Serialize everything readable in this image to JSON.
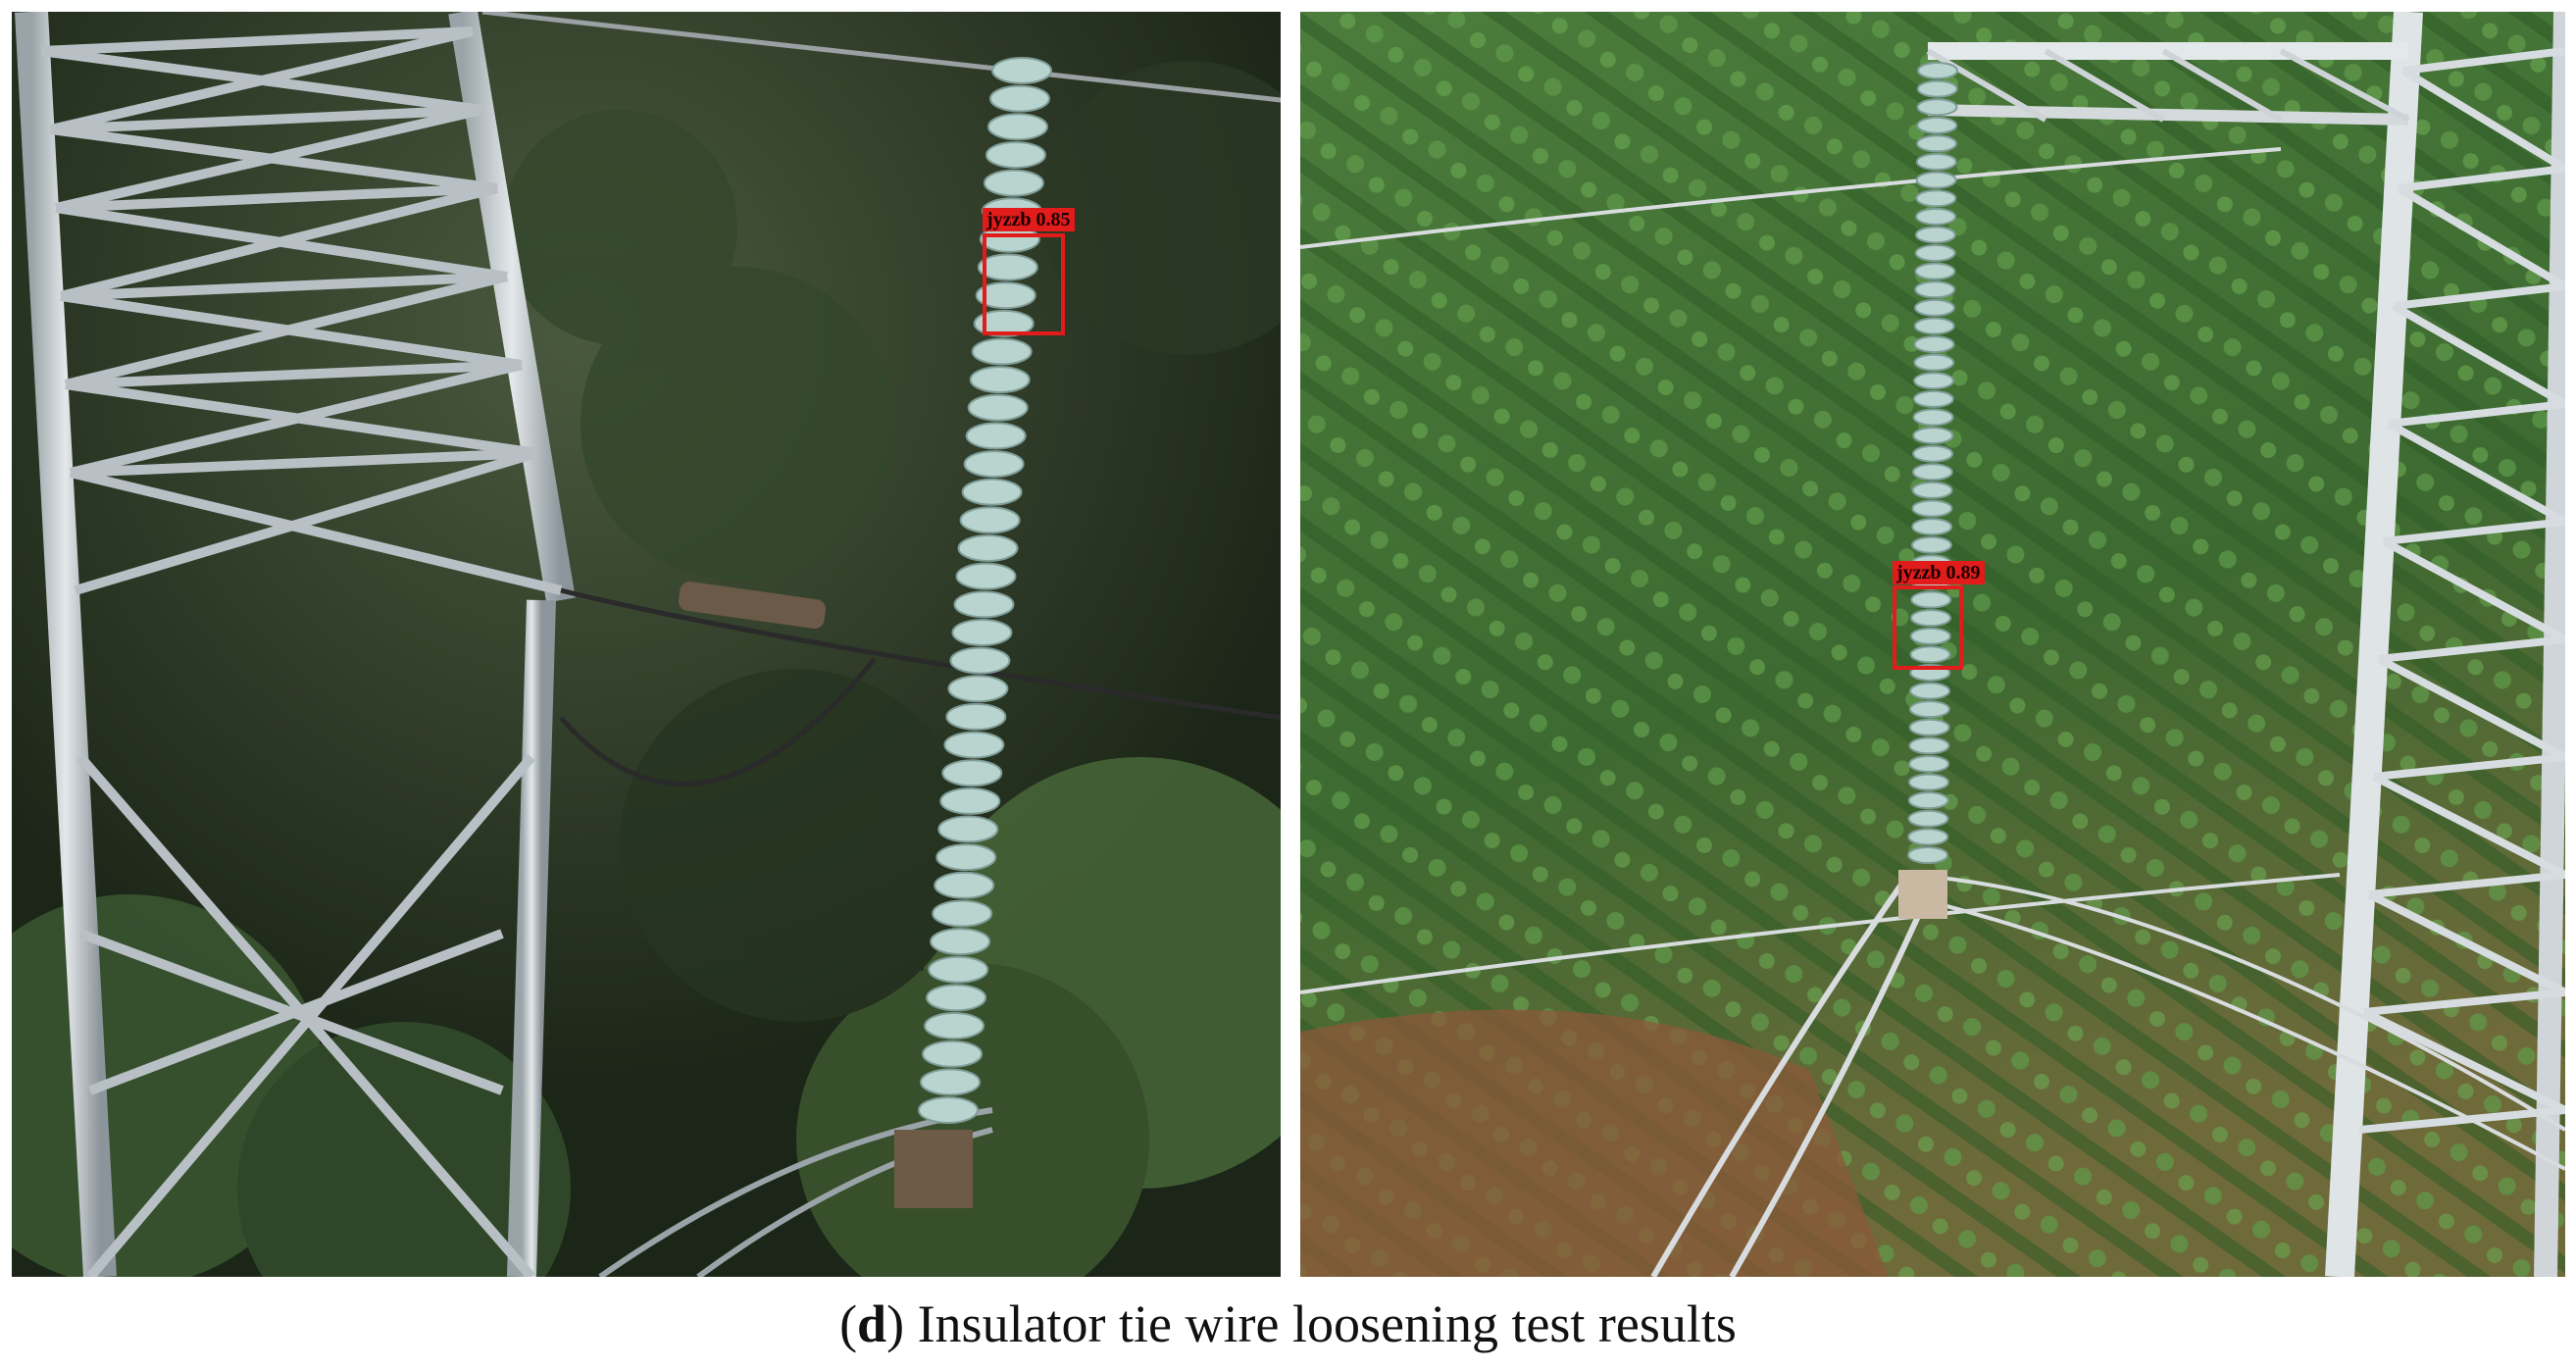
{
  "panels": [
    {
      "detection": {
        "label": "jyzzb",
        "score": "0.85"
      }
    },
    {
      "detection": {
        "label": "jyzzb",
        "score": "0.89"
      }
    }
  ],
  "caption": {
    "open": "(",
    "letter": "d",
    "close": ")",
    "text": " Insulator tie wire loosening test results"
  },
  "colors": {
    "box": "#e21b1b",
    "forest": "#24301f",
    "field": "#3f6a35",
    "steel": "#c9cfd4",
    "insulator": "#b9d4cf"
  }
}
